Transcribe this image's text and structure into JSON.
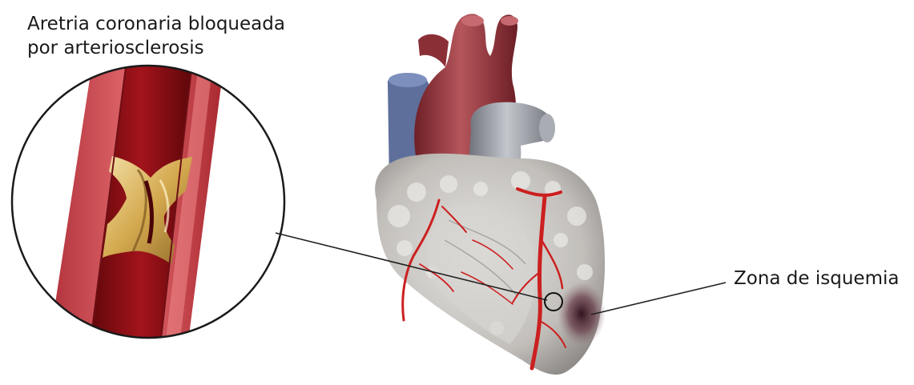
{
  "labels": {
    "artery_line1": "Aretria coronaria bloqueada",
    "artery_line2": "por arteriosclerosis",
    "ischemia": "Zona de isquemia"
  },
  "colors": {
    "artery_wall": "#d2484e",
    "artery_wall_dark": "#a02328",
    "blood": "#8a0d12",
    "plaque": "#d9b35a",
    "plaque_light": "#f0dca0",
    "aorta": "#9a3a40",
    "vena_cava": "#5a6e9c",
    "pulmonary": "#8c9099",
    "heart_surface": "#c9c6c3",
    "coronary": "#d01b1b",
    "ischemia": "#3a1420",
    "callout": "#222222"
  }
}
